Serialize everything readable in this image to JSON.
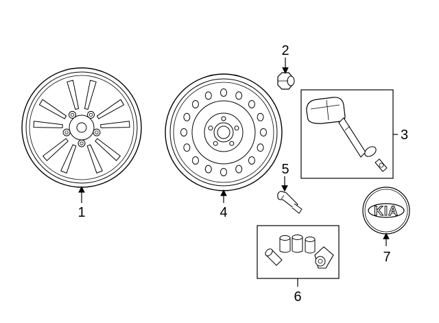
{
  "diagram": {
    "callouts": [
      {
        "id": "1",
        "label": "1"
      },
      {
        "id": "2",
        "label": "2"
      },
      {
        "id": "3",
        "label": "3"
      },
      {
        "id": "4",
        "label": "4"
      },
      {
        "id": "5",
        "label": "5"
      },
      {
        "id": "6",
        "label": "6"
      },
      {
        "id": "7",
        "label": "7"
      }
    ],
    "emblem_text": "KIA",
    "colors": {
      "line": "#000000",
      "background": "#ffffff"
    }
  }
}
